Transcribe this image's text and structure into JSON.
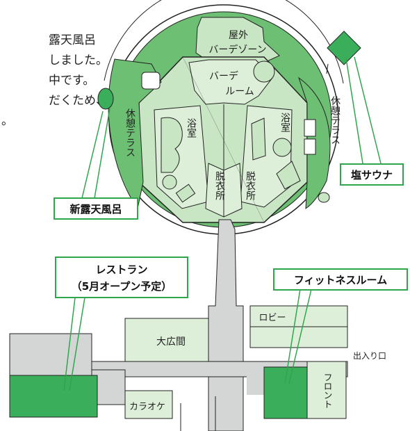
{
  "intro_lines": [
    "露天風呂",
    "しました。",
    "中です。",
    "だくため、",
    "。"
  ],
  "labels": {
    "outdoor_bar": [
      "屋外",
      "バーデゾーン"
    ],
    "bade_room": [
      "バーデ",
      "ルーム"
    ],
    "rest_terrace_left": "休憩テラス",
    "rest_terrace_right": "休憩テラス",
    "bath_left": "浴室",
    "bath_right": "浴室",
    "dressing_left": "脱衣所",
    "dressing_right": "脱衣所",
    "lobby": "ロビー",
    "hall": "大広間",
    "karaoke": "カラオケ",
    "front": "フロント",
    "entrance": "出入り口"
  },
  "callouts": {
    "new_open_air_bath": "新露天風呂",
    "salt_sauna": "塩サウナ",
    "restaurant": [
      "レストラン",
      "（5月オープン予定）"
    ],
    "fitness_room": "フィットネスルーム"
  },
  "colors": {
    "dark_green": "#3aae5a",
    "mid_green": "#6dbf73",
    "light_green": "#c9e6c4",
    "pale_green": "#deefd9",
    "gray": "#d4d6d6",
    "callout_border": "#2fa64b"
  }
}
